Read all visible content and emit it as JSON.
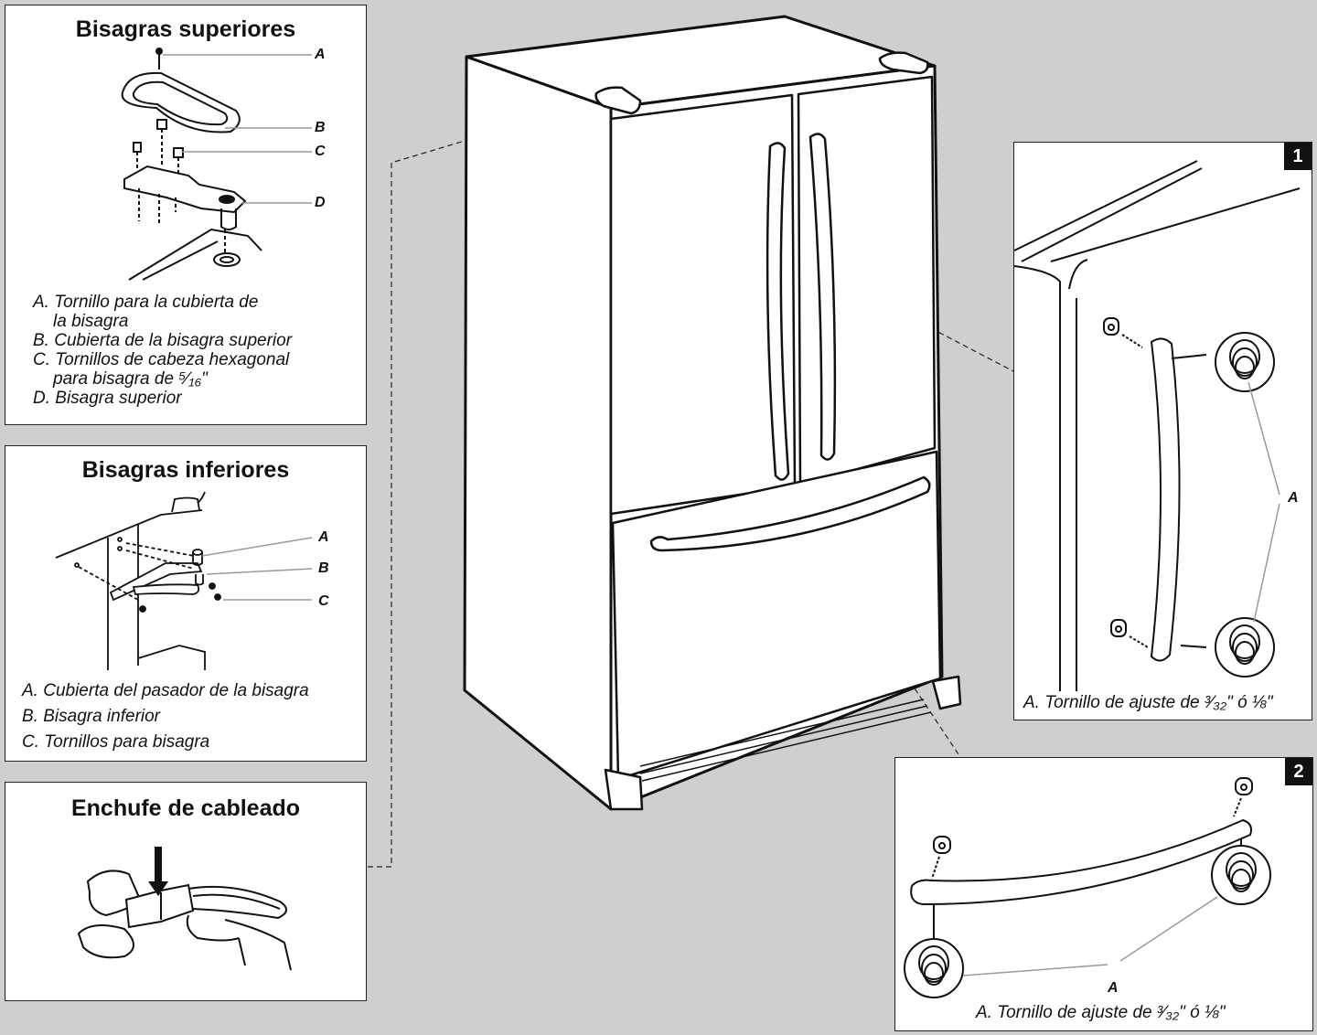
{
  "top_hinges": {
    "title": "Bisagras superiores",
    "callouts": [
      "A",
      "B",
      "C",
      "D"
    ],
    "captions": [
      "A. Tornillo para la cubierta de",
      "la bisagra",
      "B. Cubierta de la bisagra superior",
      "C. Tornillos de cabeza hexagonal",
      "para bisagra de ⁵⁄₁₆\"",
      "D. Bisagra superior"
    ]
  },
  "bottom_hinges": {
    "title": "Bisagras inferiores",
    "callouts": [
      "A",
      "B",
      "C"
    ],
    "captions": [
      "A. Cubierta del pasador de la bisagra",
      "B. Bisagra inferior",
      "C. Tornillos para bisagra"
    ]
  },
  "wiring": {
    "title": "Enchufe de cableado"
  },
  "step1": {
    "badge": "1",
    "callout": "A",
    "caption": "A. Tornillo de ajuste de ³⁄₃₂\" ó ⅛\""
  },
  "step2": {
    "badge": "2",
    "callout": "A",
    "caption": "A. Tornillo de ajuste de ³⁄₃₂\" ó ⅛\""
  }
}
